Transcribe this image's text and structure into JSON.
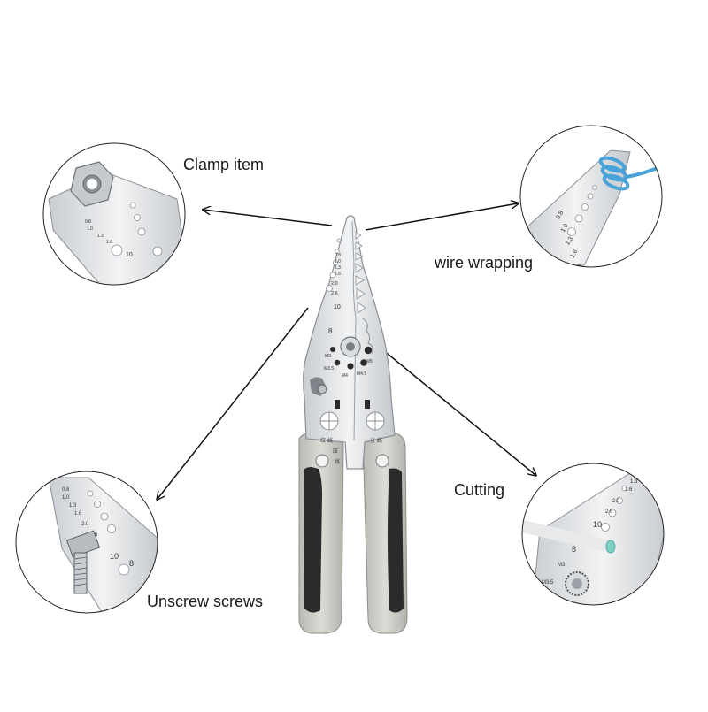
{
  "labels": {
    "clamp": "Clamp item",
    "wire": "wire wrapping",
    "cutting": "Cutting",
    "unscrew": "Unscrew screws"
  },
  "tool_markings": {
    "gauges_top": [
      "0.8",
      "1.0",
      "1.3",
      "1.6"
    ],
    "gauges_mid": [
      "2.0",
      "2.6"
    ],
    "big_size": "10",
    "hole_8": "8",
    "screw_holes": [
      "M3",
      "M3.5",
      "M4",
      "M4.5",
      "M5"
    ],
    "crimp_text_left": [
      "绞",
      "线",
      "压",
      "线"
    ],
    "crimp_text_right": [
      "分",
      "线"
    ]
  },
  "colors": {
    "steel": "#e4e6e8",
    "steel_dark": "#9aa0a6",
    "handle_grey": "#c9c9c4",
    "handle_black": "#2b2b2b",
    "arrow": "#111111",
    "circle_border": "#222222",
    "wire_blue": "#4aa3d8"
  }
}
